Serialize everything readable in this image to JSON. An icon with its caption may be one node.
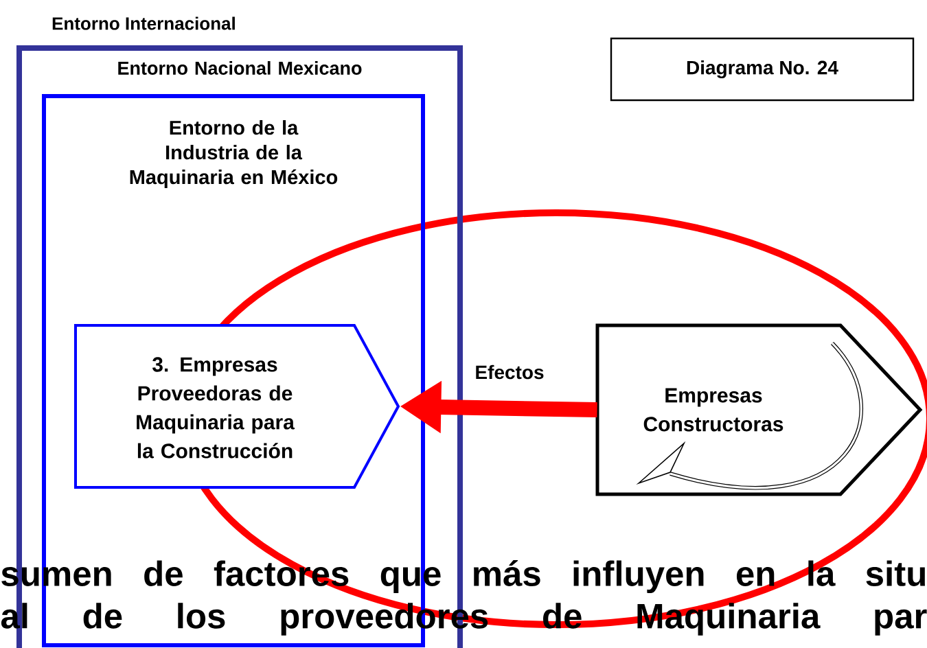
{
  "diagram": {
    "nodes": [
      {
        "text": [
          "Entorno Nacional Mexicano"
        ]
      },
      {
        "text": [
          "Entorno de la Industria de la Maquinaria en México"
        ],
        "in": 0
      },
      {
        "text": [
          "3. Empresas Proveedoras de Maquinaria para la Construcción"
        ],
        "in": 1
      },
      {
        "text": [
          "Diagrama No. 24"
        ]
      },
      {
        "text": [
          "Empresas Constructoras"
        ]
      }
    ],
    "edges": [
      {
        "from": 4,
        "to": 2,
        "arrow": "to",
        "label": "Efectos",
        "color": "#ff0000"
      }
    ],
    "labels": [
      "Entorno Internacional",
      "sumen de factores que más influyen en la situ",
      "al de los proveedores de Maquinaria par"
    ]
  }
}
